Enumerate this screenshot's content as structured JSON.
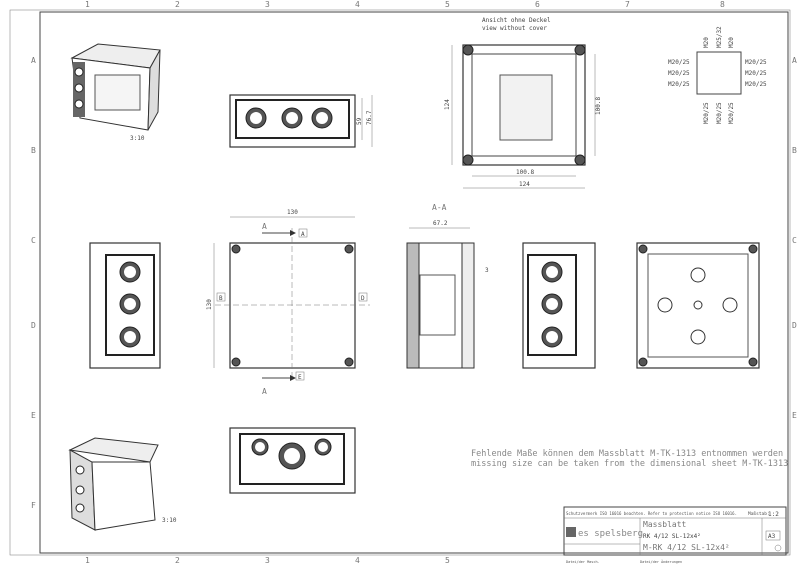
{
  "grid": {
    "columns": [
      "1",
      "2",
      "3",
      "4",
      "5",
      "6",
      "7",
      "8"
    ],
    "rows": [
      "A",
      "B",
      "C",
      "D",
      "E",
      "F"
    ]
  },
  "views": {
    "iso_top_scale": "3:10",
    "iso_bottom_scale": "3:10",
    "front_dims": [
      "59",
      "76.7"
    ],
    "top_view_caption": [
      "Ansicht ohne Deckel",
      "view without cover"
    ],
    "top_view_dims": {
      "height_outer": "124",
      "height_inner": "100.8",
      "width_inner": "100.8",
      "width_outer": "124"
    },
    "center_dims": {
      "width": "130",
      "height": "130"
    },
    "section_markers": {
      "arrow_label": "A",
      "box_top": "A",
      "box_left": "B",
      "box_right": "D",
      "box_bottom": "E"
    },
    "section_title": "A-A",
    "section_dims": [
      "67.2",
      "3"
    ],
    "gland_label": "M20/25"
  },
  "entry_diagram": {
    "top": [
      "M20",
      "M25/32",
      "M20"
    ],
    "left": [
      "M20/25",
      "M20/25",
      "M20/25"
    ],
    "right": [
      "M20/25",
      "M20/25",
      "M20/25"
    ],
    "bottom": [
      "M20/25",
      "M20/25",
      "M20/25"
    ]
  },
  "note": {
    "de": "Fehlende Maße können dem Massblatt M-TK-1313 entnommen werden",
    "en": "missing size can be taken from the dimensional sheet M-TK-1313"
  },
  "title_block": {
    "protection_note": "Schutzvermerk ISO 16016 beachten. Refer to protection notice ISO 16016.",
    "scale_label": "Maßstab:",
    "scale": "1:2",
    "logo": "es spelsberg",
    "doc_type": "Massblatt",
    "product": "RK 4/12 SL-12x4²",
    "drawing_number": "M-RK 4/12 SL-12x4²",
    "format": "A3",
    "footer_left": "Datei/der Masch.",
    "footer_right": "Datei/der Änderungen"
  }
}
